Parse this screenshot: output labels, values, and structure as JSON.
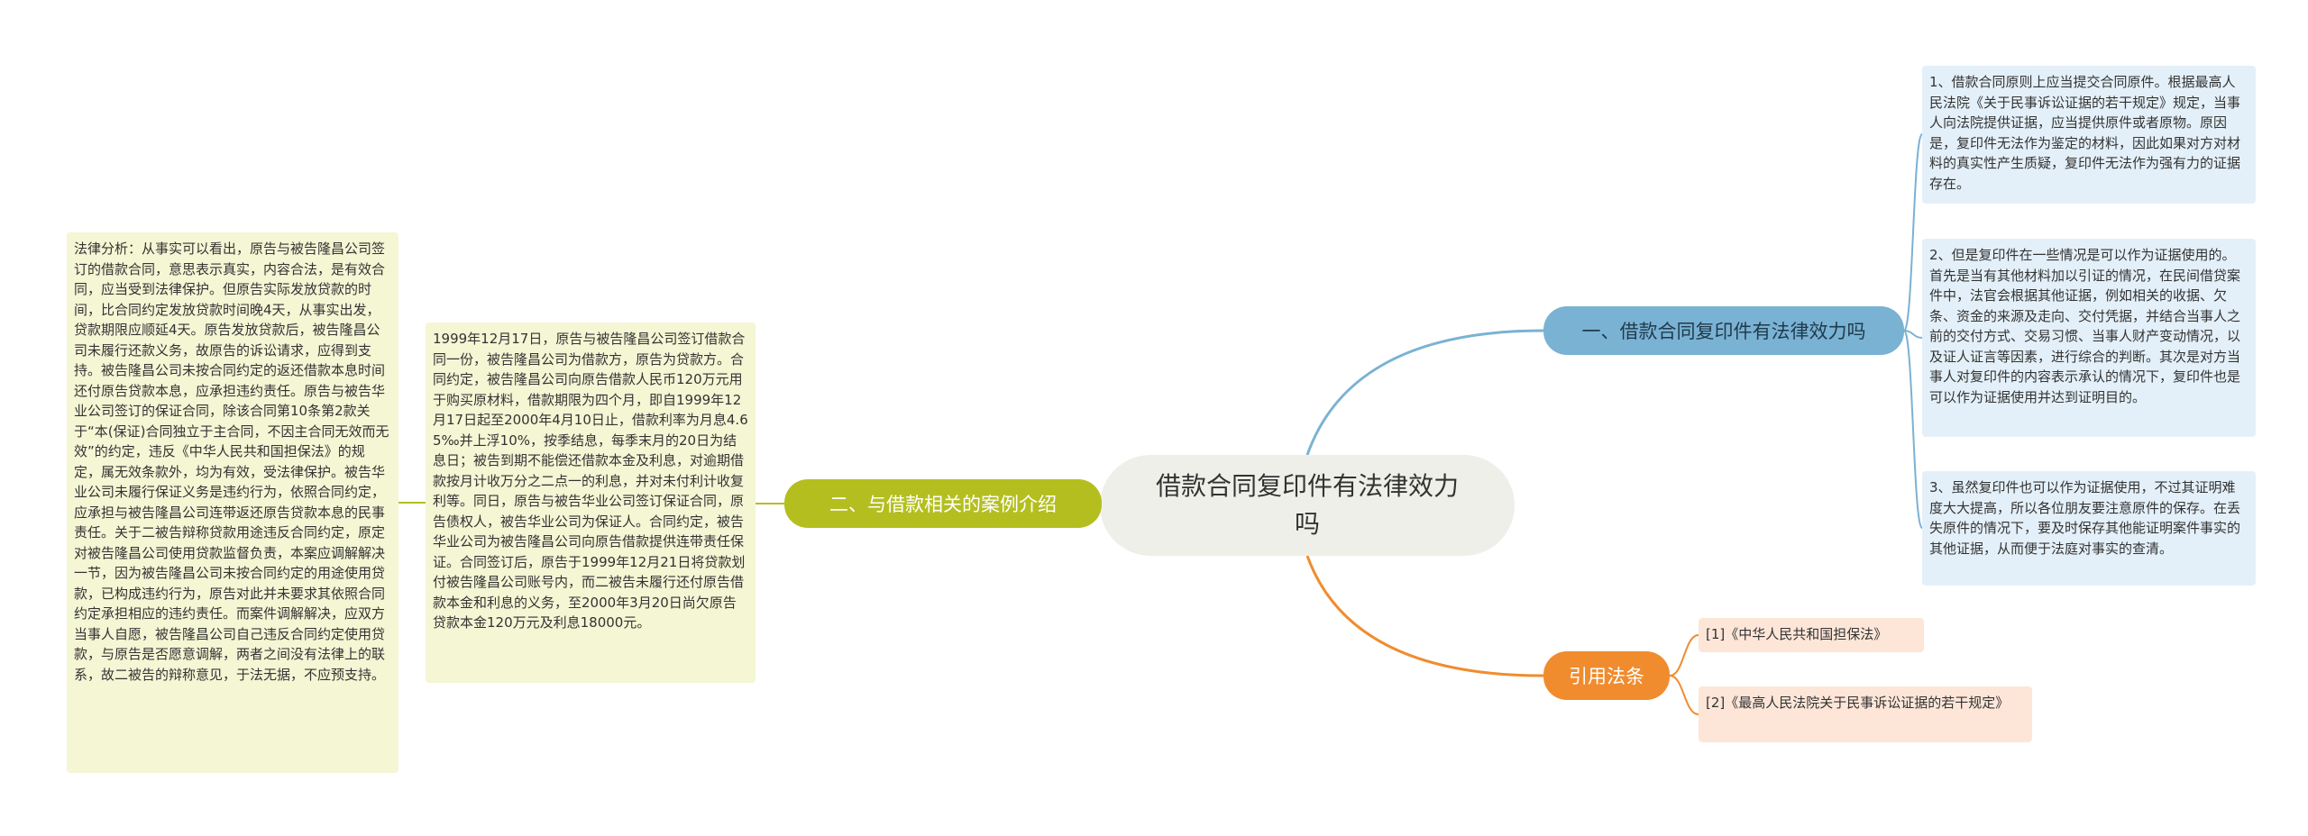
{
  "center": {
    "title": "借款合同复印件有法律效力吗"
  },
  "branches": {
    "b1": {
      "label": "一、借款合同复印件有法律效力吗",
      "color": "#7ab2d3"
    },
    "b2": {
      "label": "二、与借款相关的案例介绍",
      "color": "#b4bf1f"
    },
    "b3": {
      "label": "引用法条",
      "color": "#f08c2e"
    }
  },
  "leaves": {
    "b1_1": "1、借款合同原则上应当提交合同原件。根据最高人民法院《关于民事诉讼证据的若干规定》规定，当事人向法院提供证据，应当提供原件或者原物。原因是，复印件无法作为鉴定的材料，因此如果对方对材料的真实性产生质疑，复印件无法作为强有力的证据存在。",
    "b1_2": "2、但是复印件在一些情况是可以作为证据使用的。首先是当有其他材料加以引证的情况，在民间借贷案件中，法官会根据其他证据，例如相关的收据、欠条、资金的来源及走向、交付凭据，并结合当事人之前的交付方式、交易习惯、当事人财产变动情况，以及证人证言等因素，进行综合的判断。其次是对方当事人对复印件的内容表示承认的情况下，复印件也是可以作为证据使用并达到证明目的。",
    "b1_3": "3、虽然复印件也可以作为证据使用，不过其证明难度大大提高，所以各位朋友要注意原件的保存。在丢失原件的情况下，要及时保存其他能证明案件事实的其他证据，从而便于法庭对事实的查清。",
    "b2_1": "1999年12月17日，原告与被告隆昌公司签订借款合同一份，被告隆昌公司为借款方，原告为贷款方。合同约定，被告隆昌公司向原告借款人民币120万元用于购买原材料，借款期限为四个月，即自1999年12月17日起至2000年4月10日止，借款利率为月息4.65‰并上浮10%，按季结息，每季末月的20日为结息日；被告到期不能偿还借款本金及利息，对逾期借款按月计收万分之二点一的利息，并对未付利计收复利等。同日，原告与被告华业公司签订保证合同，原告债权人，被告华业公司为保证人。合同约定，被告华业公司为被告隆昌公司向原告借款提供连带责任保证。合同签订后，原告于1999年12月21日将贷款划付被告隆昌公司账号内，而二被告未履行还付原告借款本金和利息的义务，至2000年3月20日尚欠原告贷款本金120万元及利息18000元。",
    "b2_1_1": "法律分析：从事实可以看出，原告与被告隆昌公司签订的借款合同，意思表示真实，内容合法，是有效合同，应当受到法律保护。但原告实际发放贷款的时间，比合同约定发放贷款时间晚4天，从事实出发，贷款期限应顺延4天。原告发放贷款后，被告隆昌公司未履行还款义务，故原告的诉讼请求，应得到支持。被告隆昌公司未按合同约定的返还借款本息时间还付原告贷款本息，应承担违约责任。原告与被告华业公司签订的保证合同，除该合同第10条第2款关于“本(保证)合同独立于主合同，不因主合同无效而无效”的约定，违反《中华人民共和国担保法》的规定，属无效条款外，均为有效，受法律保护。被告华业公司未履行保证义务是违约行为，依照合同约定，应承担与被告隆昌公司连带返还原告贷款本息的民事责任。关于二被告辩称贷款用途违反合同约定，原定对被告隆昌公司使用贷款监督负责，本案应调解解决一节，因为被告隆昌公司未按合同约定的用途使用贷款，已构成违约行为，原告对此并未要求其依照合同约定承担相应的违约责任。而案件调解解决，应双方当事人自愿，被告隆昌公司自己违反合同约定使用贷款，与原告是否愿意调解，两者之间没有法律上的联系，故二被告的辩称意见，于法无据，不应预支持。",
    "b3_1": "[1]《中华人民共和国担保法》",
    "b3_2": "[2]《最高人民法院关于民事诉讼证据的若干规定》"
  }
}
